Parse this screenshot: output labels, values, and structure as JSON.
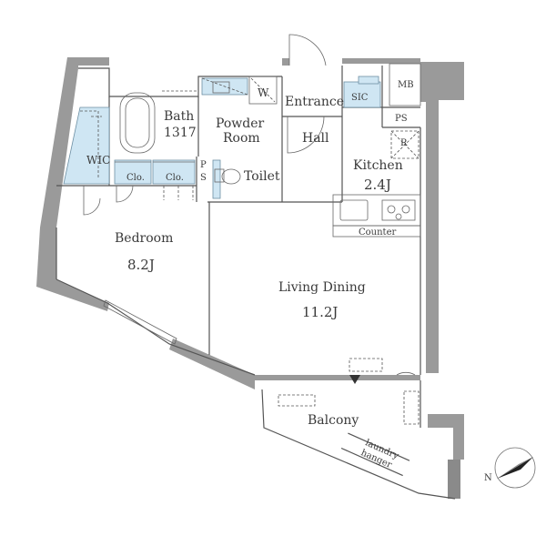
{
  "rooms": {
    "wic": "WIC",
    "bath": "Bath",
    "bath_size": "1317",
    "powder_room_line1": "Powder",
    "powder_room_line2": "Room",
    "w": "W",
    "entrance": "Entrance",
    "sic": "SIC",
    "mb": "MB",
    "ps": "PS",
    "hall": "Hall",
    "r": "R",
    "kitchen": "Kitchen",
    "kitchen_size": "2.4J",
    "counter": "Counter",
    "clo1": "Clo.",
    "clo2": "Clo.",
    "ps_toilet_p": "P",
    "ps_toilet_s": "S",
    "toilet": "Toilet",
    "bedroom": "Bedroom",
    "bedroom_size": "8.2J",
    "living_dining": "Living Dining",
    "living_dining_size": "11.2J",
    "balcony": "Balcony",
    "laundry_line1": "laundry",
    "laundry_line2": "hanger"
  },
  "compass": {
    "north": "N"
  },
  "colors": {
    "wall": "#9a9a9a",
    "fixture_blue": "#cfe6f3",
    "line": "#555555"
  }
}
